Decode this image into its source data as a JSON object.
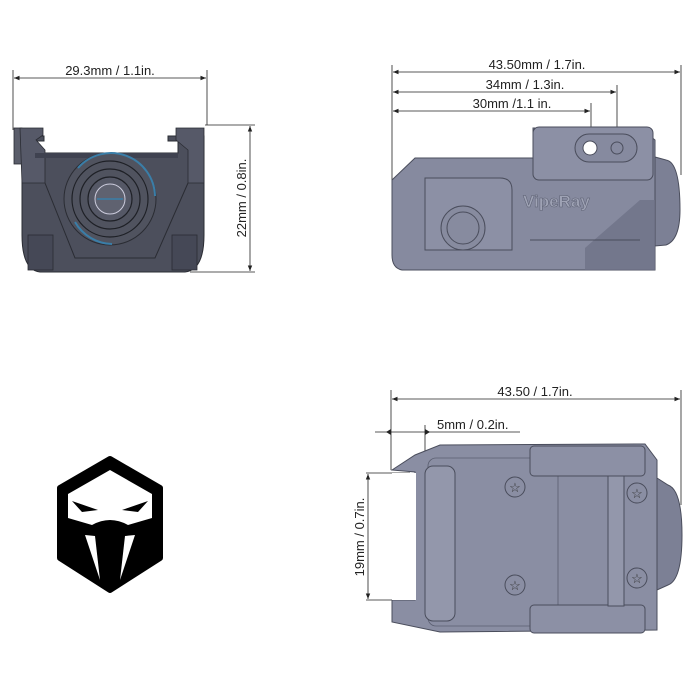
{
  "colors": {
    "body_dark": "#4a4d58",
    "body_light": "#8a8ea3",
    "line": "#222222",
    "accent_blue": "#3a7ea8",
    "logo": "#000000"
  },
  "views": {
    "front": {
      "width_label": "29.3mm / 1.1in.",
      "height_label": "22mm  / 0.8in."
    },
    "side": {
      "length_label": "43.50mm / 1.7in.",
      "laser_label": "34mm / 1.3in.",
      "led_label": "30mm /1.1 in.",
      "brand_text": "VipeRay"
    },
    "top": {
      "length_label": "43.50 / 1.7in.",
      "offset_label": "5mm / 0.2in.",
      "rail_label": "19mm / 0.7in."
    }
  },
  "logo": {
    "name": "viper-mask-logo"
  }
}
